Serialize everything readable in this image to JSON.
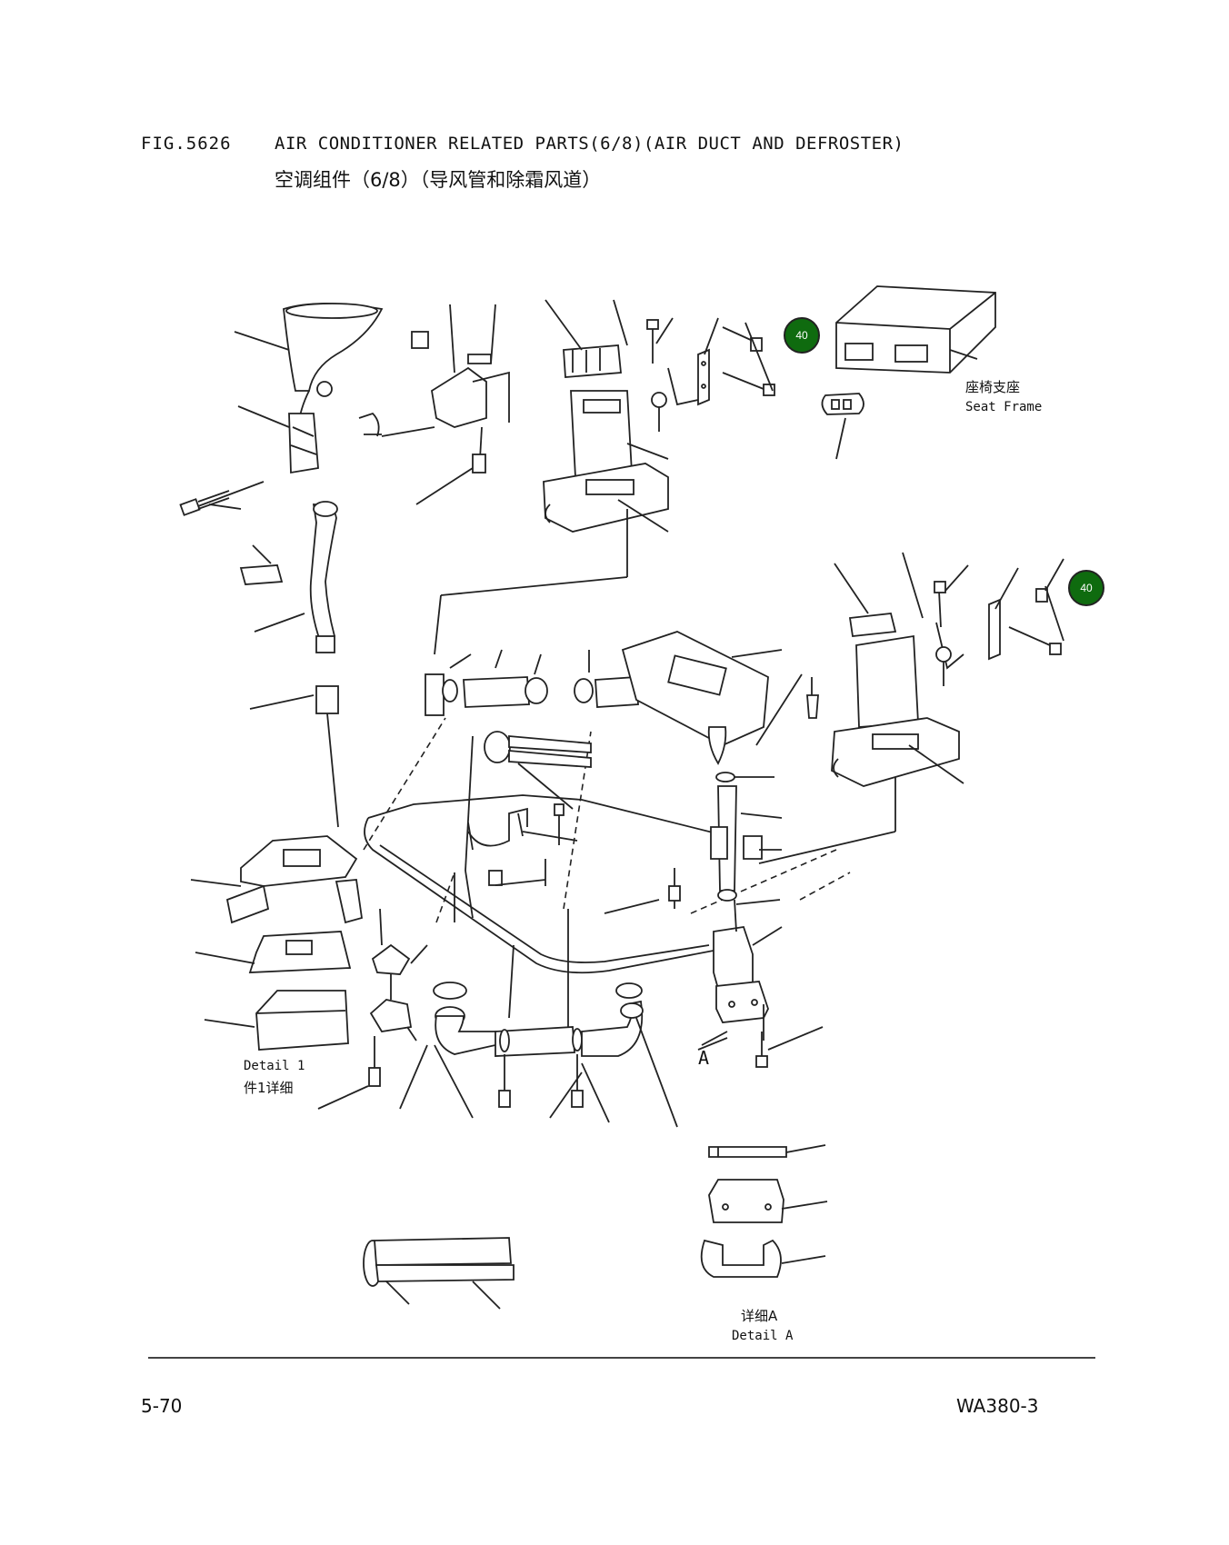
{
  "header": {
    "fig_number": "FIG.5626",
    "title_en": "AIR CONDITIONER RELATED PARTS(6/8)(AIR DUCT AND DEFROSTER)",
    "title_cn": "空调组件（6/8）（导风管和除霜风道）"
  },
  "callouts": [
    {
      "label": "40",
      "color": "#0f6b0f"
    },
    {
      "label": "40",
      "color": "#0f6b0f"
    }
  ],
  "labels": {
    "seat_frame_cn": "座椅支座",
    "seat_frame_en": "Seat Frame",
    "detail1_en": "Detail 1",
    "detail1_cn": "件1详细",
    "detailA_cn": "详细A",
    "detailA_en": "Detail A",
    "arrow_letter": "A"
  },
  "footer": {
    "page_number": "5-70",
    "model": "WA380-3"
  }
}
